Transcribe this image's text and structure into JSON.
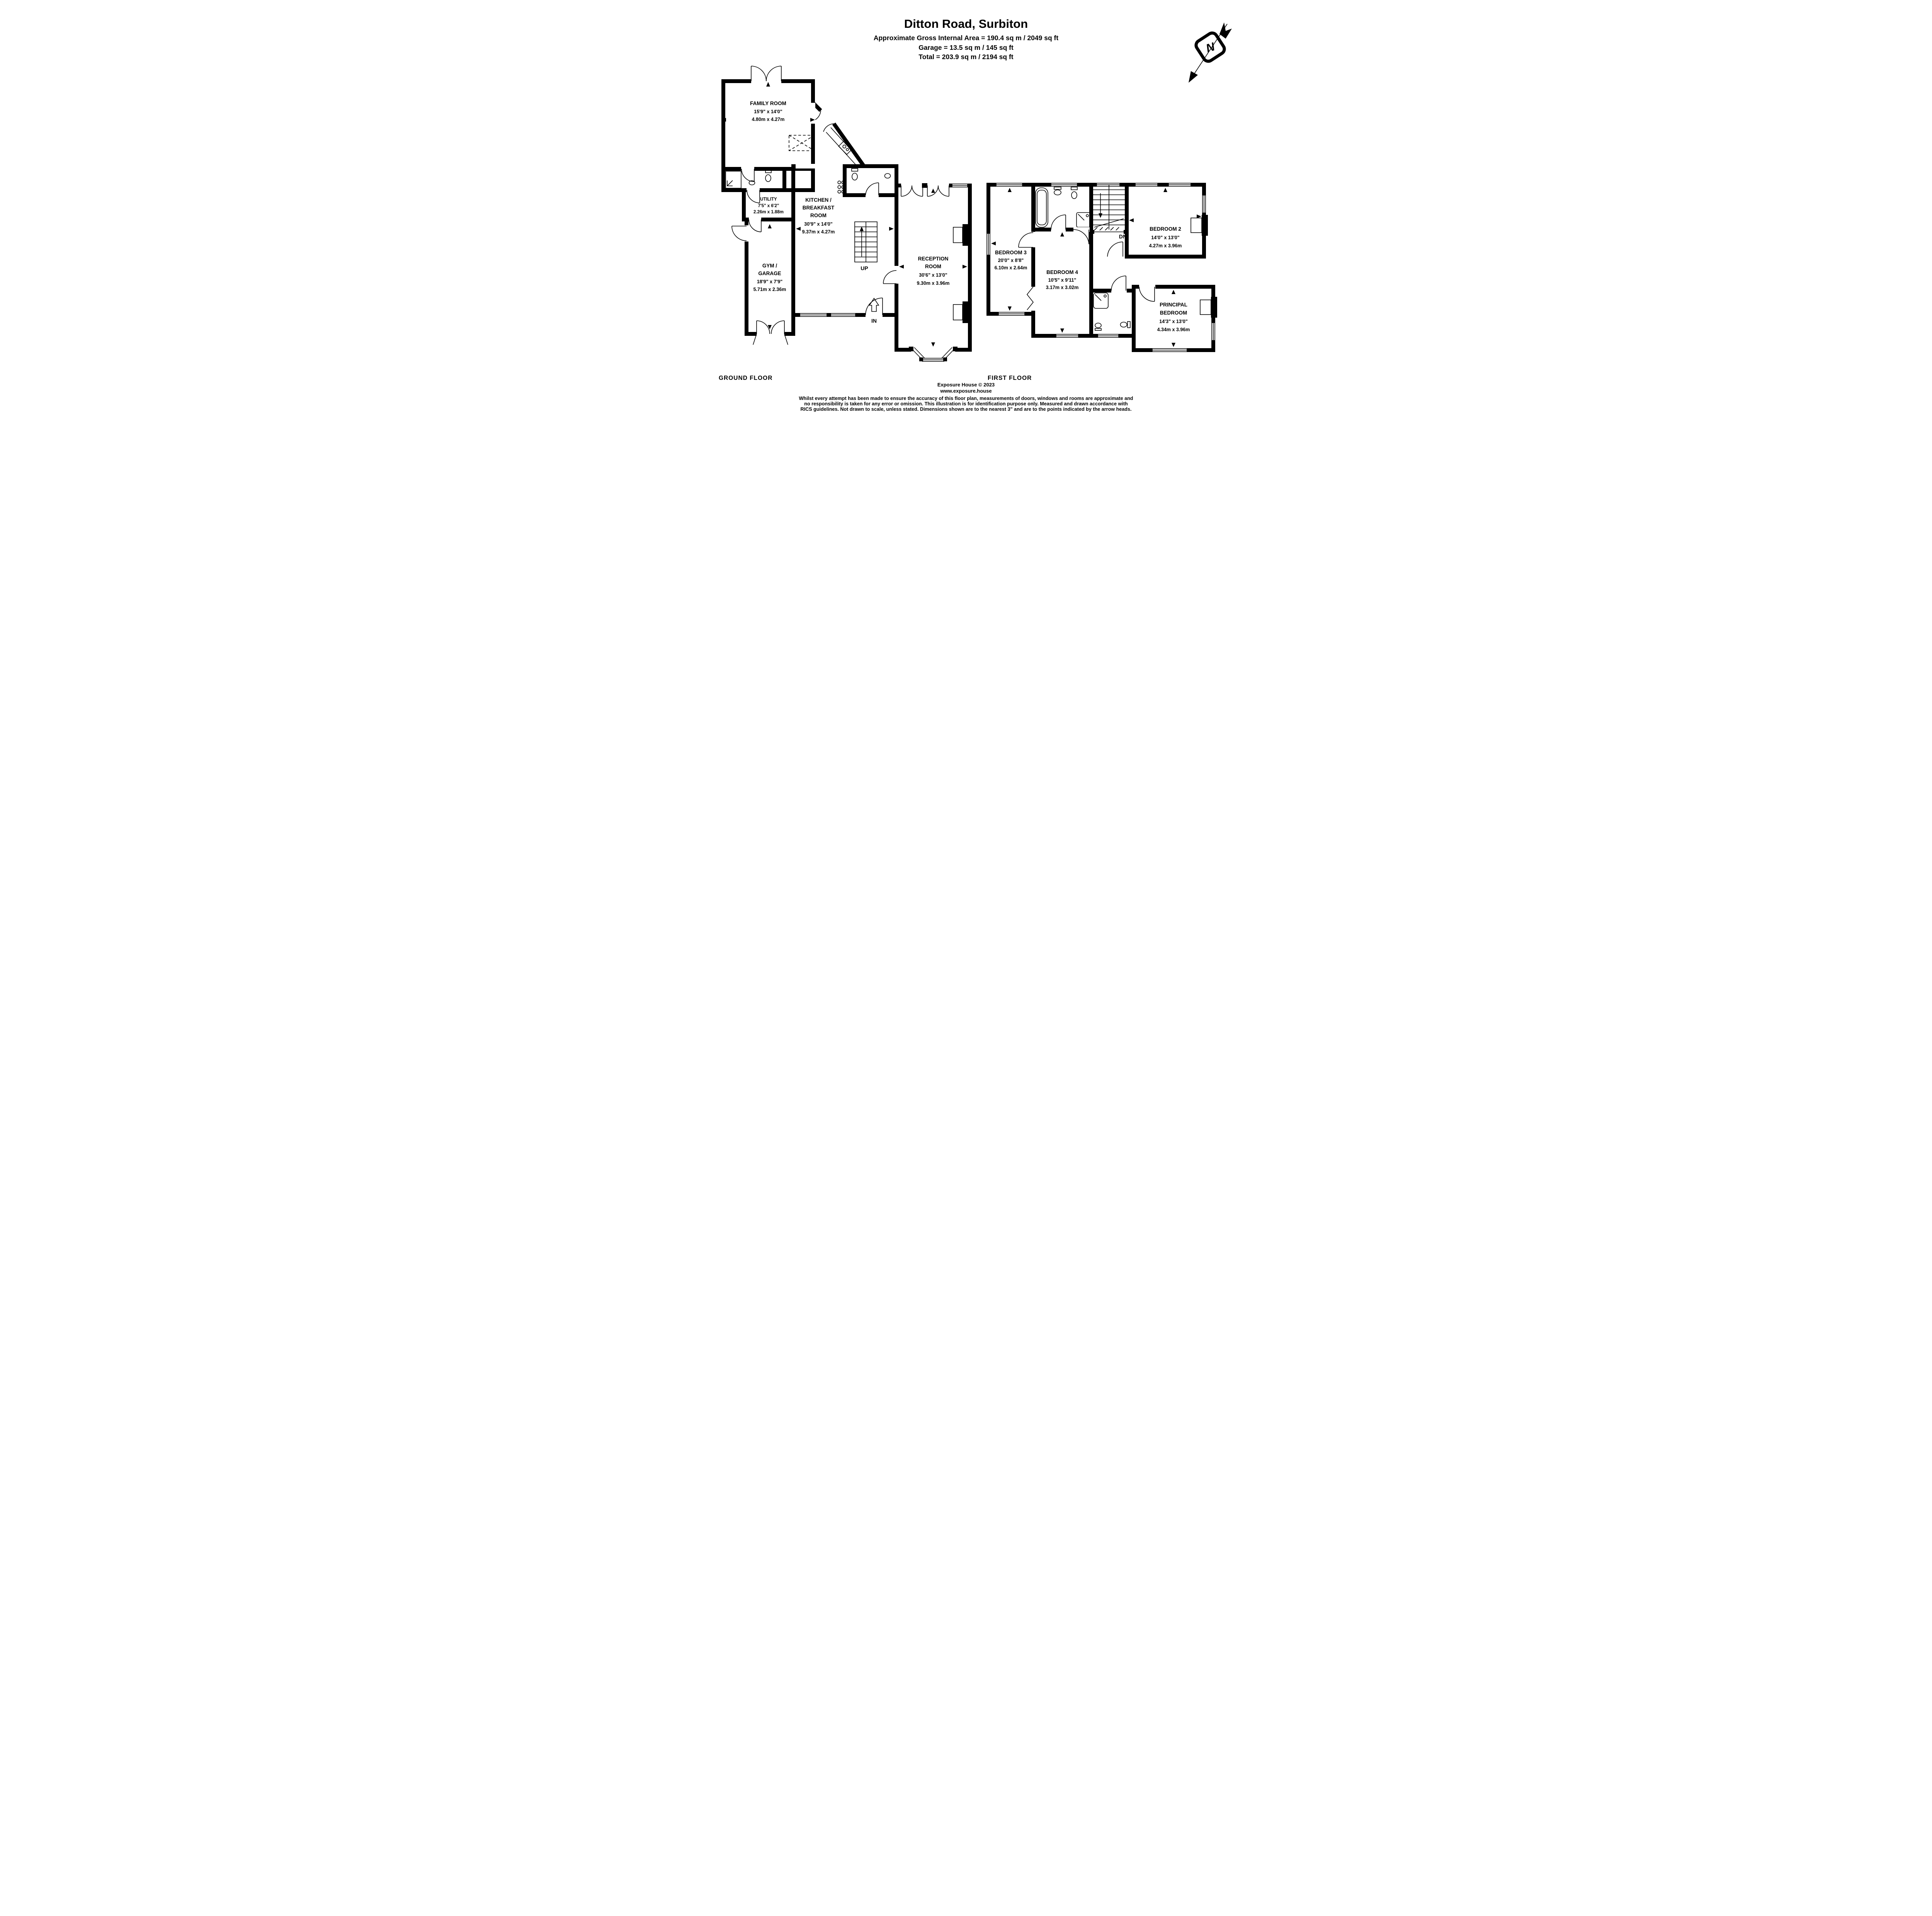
{
  "header": {
    "title": "Ditton Road, Surbiton",
    "area_lines": [
      "Approximate Gross Internal Area = 190.4 sq m / 2049 sq ft",
      "Garage = 13.5 sq m / 145 sq ft",
      "Total = 203.9 sq m / 2194 sq ft"
    ]
  },
  "compass": {
    "north_letter": "N"
  },
  "ground_floor": {
    "label": "GROUND FLOOR",
    "stair_label": "UP",
    "entrance_label": "IN",
    "rooms": {
      "family_room": {
        "name": "FAMILY ROOM",
        "imperial": "15'9\" x 14'0\"",
        "metric": "4.80m x 4.27m"
      },
      "utility": {
        "name": "UTILITY",
        "imperial": "7'5\" x 6'2\"",
        "metric": "2.26m x 1.88m"
      },
      "kitchen": {
        "line1": "KITCHEN /",
        "line2": "BREAKFAST",
        "line3": "ROOM",
        "imperial": "30'9\" x 14'0\"",
        "metric": "9.37m x 4.27m"
      },
      "gym_garage": {
        "line1": "GYM /",
        "line2": "GARAGE",
        "imperial": "18'9\" x 7'9\"",
        "metric": "5.71m x 2.36m"
      },
      "reception": {
        "line1": "RECEPTION",
        "line2": "ROOM",
        "imperial": "30'6\" x 13'0\"",
        "metric": "9.30m x 3.96m"
      }
    }
  },
  "first_floor": {
    "label": "FIRST FLOOR",
    "stair_label": "DN",
    "rooms": {
      "bedroom3": {
        "name": "BEDROOM 3",
        "imperial": "20'0\" x 8'8\"",
        "metric": "6.10m x 2.64m"
      },
      "bedroom4": {
        "name": "BEDROOM 4",
        "imperial": "10'5\" x 9'11\"",
        "metric": "3.17m x 3.02m"
      },
      "bedroom2": {
        "name": "BEDROOM 2",
        "imperial": "14'0\" x 13'0\"",
        "metric": "4.27m x 3.96m"
      },
      "principal": {
        "line1": "PRINCIPAL",
        "line2": "BEDROOM",
        "imperial": "14'3\" x 13'0\"",
        "metric": "4.34m x 3.96m"
      }
    }
  },
  "footer": {
    "company": "Exposure House © 2023",
    "website": "www.exposure.house",
    "disclaimer": [
      "Whilst every attempt has been made to ensure the accuracy of this floor plan, measurements of doors, windows and rooms are approximate and",
      "no responsibility is taken for any error or omission. This illustration is for identification purpose only. Measured and drawn accordance with",
      "RICS guidelines. Not drawn to scale, unless stated. Dimensions shown are to the nearest 3\" and are to the points indicated by the arrow heads."
    ]
  },
  "colors": {
    "ink": "#000000",
    "paper": "#ffffff"
  }
}
